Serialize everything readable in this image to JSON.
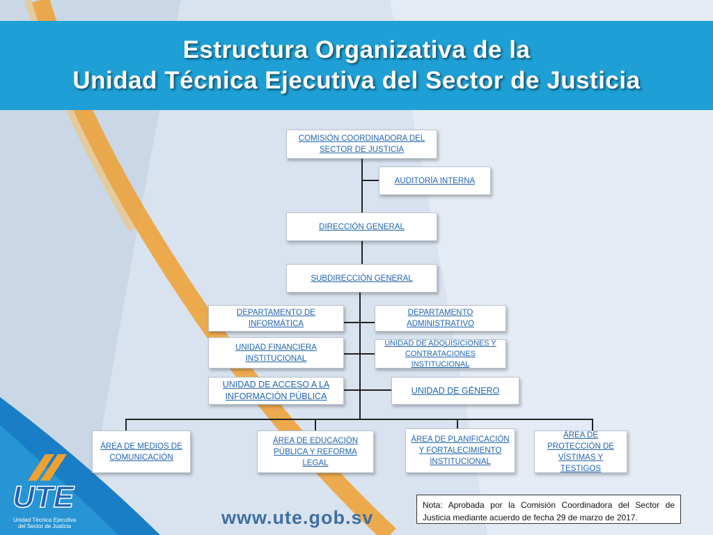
{
  "header": {
    "title_line1": "Estructura Organizativa de la",
    "title_line2": "Unidad Técnica Ejecutiva del Sector de Justicia"
  },
  "org": {
    "comision": "COMISIÓN COORDINADORA DEL SECTOR DE JUSTICIA",
    "auditoria": "AUDITORÍA INTERNA",
    "direccion": "DIRECCIÓN GENERAL",
    "subdireccion": "SUBDIRECCIÓN GENERAL",
    "dep_informatica": "DEPARTAMENTO DE INFORMÁTICA",
    "dep_administrativo": " DEPARTAMENTO ADMINISTRATIVO",
    "unidad_financiera": " UNIDAD FINANCIERA INSTITUCIONAL",
    "unidad_adquisiciones": "UNIDAD DE ADQUISICIONES Y CONTRATACIONES INSTITUCIONAL",
    "unidad_acceso": " UNIDAD DE ACCESO A LA INFORMACIÓN PÚBLICA",
    "unidad_genero": "UNIDAD DE GÉNERO",
    "area_medios": "ÁREA DE MEDIOS DE COMUNICACIÓN",
    "area_educacion": "ÁREA DE EDUCACIÓN PÚBLICA Y REFORMA LEGAL",
    "area_planificacion": "ÁREA DE PLANIFICACIÓN Y FORTALECIMIENTO INSTITUCIONAL",
    "area_proteccion": "ÁREA DE PROTECCIÓN DE VÍSTIMAS Y TESTIGOS"
  },
  "footer": {
    "logo_text": "UTE",
    "logo_subtitle": "Unidad Técnica Ejecutiva del Sector de Justicia",
    "website": "www.ute.gob.sv",
    "note": "Nota: Aprobada por la Comisión Coordinadora del Sector de Justicia mediante acuerdo de fecha 29 de marzo de 2017."
  },
  "colors": {
    "banner": "#1ea0d6",
    "link_text": "#1f62ad",
    "accent_orange": "#f0a030",
    "logo_blue": "#1e64b4"
  }
}
